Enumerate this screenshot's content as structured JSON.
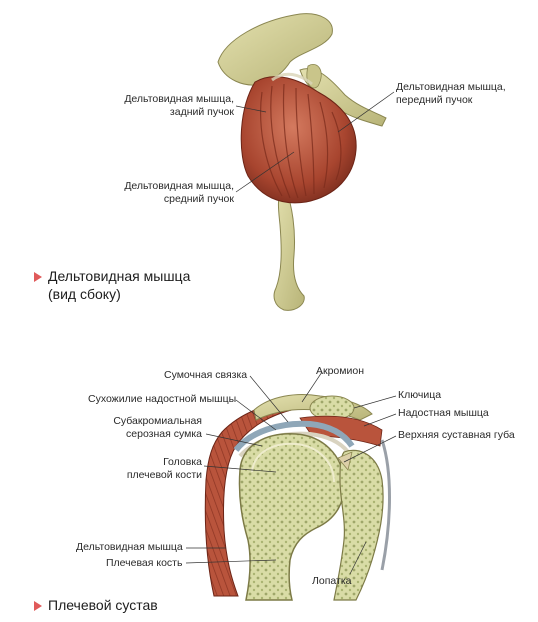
{
  "diagram1": {
    "labels": {
      "posterior": "Дельтовидная мышца,\nзадний пучок",
      "middle": "Дельтовидная мышца,\nсредний пучок",
      "anterior": "Дельтовидная мышца,\nпередний пучок"
    },
    "caption_line1": "Дельтовидная мышца",
    "caption_line2": "(вид сбоку)"
  },
  "diagram2": {
    "labels": {
      "capsule": "Сумочная связка",
      "acromion": "Акромион",
      "supra_tendon": "Сухожилие надостной мышцы",
      "clavicle": "Ключица",
      "supra_muscle": "Надостная мышца",
      "bursa": "Субакромиальная\nсерозная сумка",
      "labrum": "Верхняя суставная губа",
      "head": "Головка\nплечевой кости",
      "deltoid": "Дельтовидная мышца",
      "humerus": "Плечевая кость",
      "scapula": "Лопатка"
    },
    "caption": "Плечевой сустав"
  },
  "colors": {
    "muscle": "#b5563f",
    "bone": "#c9c98a",
    "marker": "#e05a5a"
  }
}
